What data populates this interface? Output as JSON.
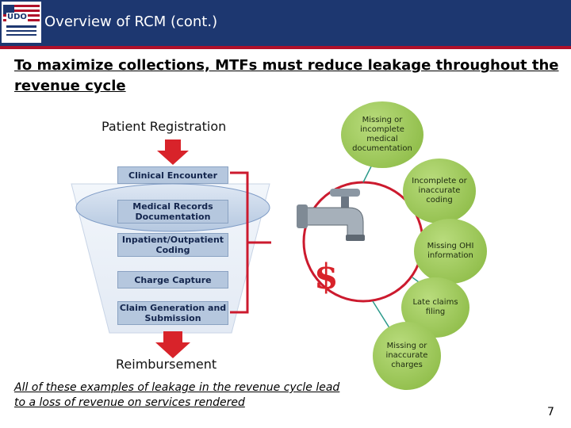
{
  "header": {
    "title": "Overview of RCM (cont.)",
    "logo_text": "UDO"
  },
  "headline": "To maximize collections, MTFs must reduce leakage throughout the revenue cycle",
  "cycle": {
    "top_label": "Patient Registration",
    "steps": [
      "Clinical Encounter",
      "Medical Records Documentation",
      "Inpatient/Outpatient Coding",
      "Charge Capture",
      "Claim Generation and Submission"
    ],
    "bottom_label": "Reimbursement"
  },
  "leakage": [
    "Missing or incomplete medical documentation",
    "Incomplete or inaccurate coding",
    "Missing OHI information",
    "Late claims filing",
    "Missing or inaccurate charges"
  ],
  "footer": "All of these examples of leakage in the revenue cycle lead to a loss of revenue on services rendered",
  "page_number": "7",
  "colors": {
    "header": "#1d3770",
    "stripe": "#b0102a",
    "arrow": "#d8232a",
    "box": "#b5c7de",
    "bracket": "#cc1a2e",
    "circle": "#9cc75a",
    "connector": "#2b9a8a"
  }
}
